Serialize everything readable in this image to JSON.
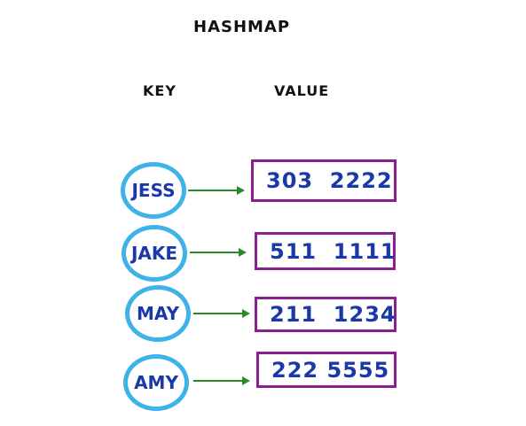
{
  "diagram": {
    "title": "HASHMAP",
    "key_header": "KEY",
    "value_header": "VALUE",
    "colors": {
      "key_border": "#3fb3e8",
      "key_text": "#1a39a8",
      "value_border": "#8c1f8f",
      "value_text": "#1a39a8",
      "arrow": "#2a8a2a"
    },
    "rows": [
      {
        "key": "JESS",
        "value": "303  2222"
      },
      {
        "key": "JAKE",
        "value": "511  1111"
      },
      {
        "key": "MAY",
        "value": "211  1234"
      },
      {
        "key": "AMY",
        "value": "222 5555"
      }
    ]
  }
}
